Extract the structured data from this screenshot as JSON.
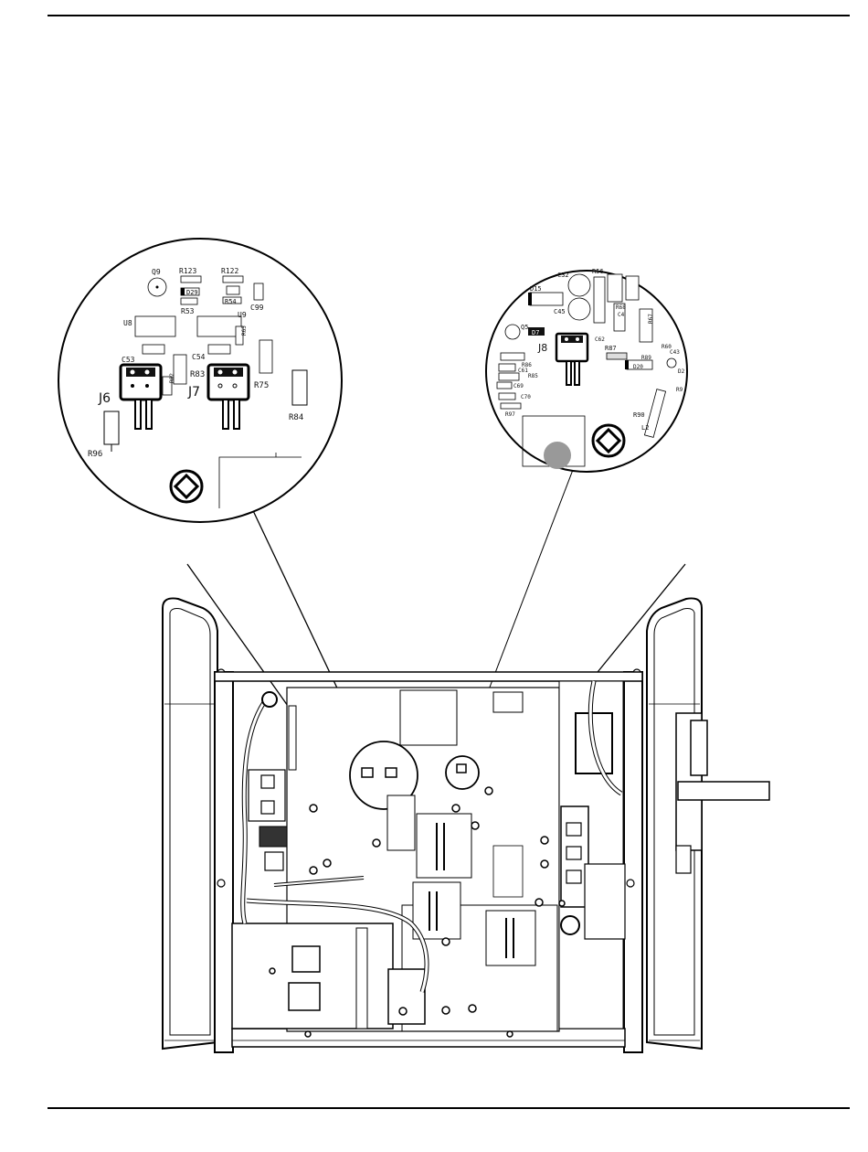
{
  "header_rule": true,
  "footer_rule": true,
  "detail_left": {
    "connectors": [
      "J6",
      "J7"
    ],
    "labels": [
      "Q9",
      "R123",
      "R122",
      "D29",
      "R54",
      "R53",
      "C99",
      "U8",
      "U9",
      "R65",
      "C53",
      "C54",
      "R83",
      "R82",
      "R75",
      "R84",
      "R96"
    ]
  },
  "detail_right": {
    "connectors": [
      "J8"
    ],
    "labels": [
      "C32",
      "R56",
      "D15",
      "C45",
      "Q5",
      "D7",
      "C62",
      "R68",
      "C4",
      "R67",
      "R87",
      "R60",
      "C43",
      "R86",
      "C61",
      "R85",
      "R89",
      "D20",
      "D2",
      "C69",
      "C70",
      "R97",
      "R90",
      "L2",
      "R9"
    ]
  },
  "colors": {
    "line": "#000000",
    "background": "#ffffff"
  }
}
